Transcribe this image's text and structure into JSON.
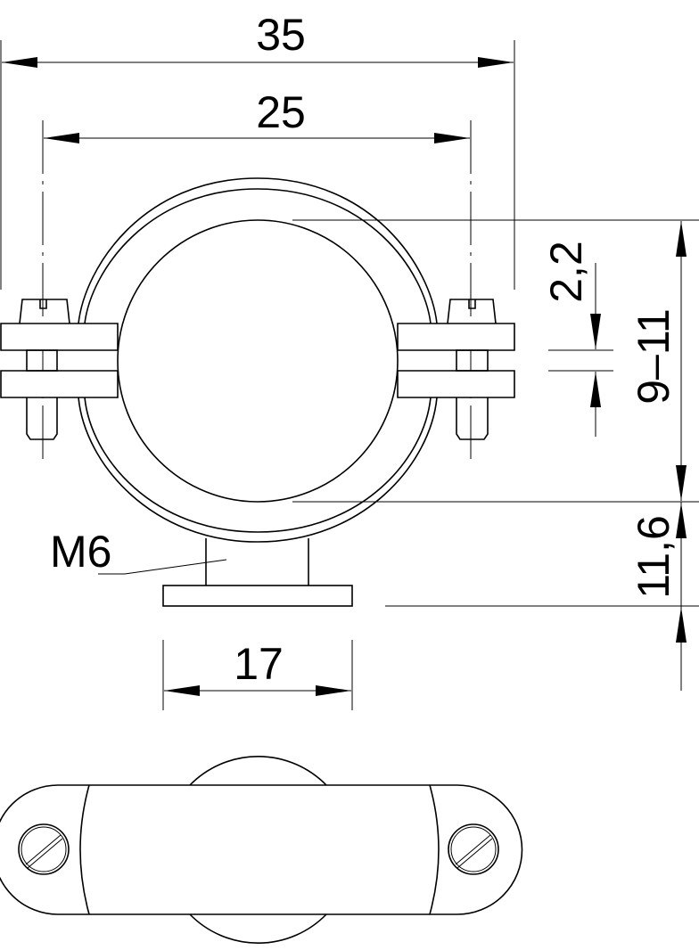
{
  "dimensions": {
    "overall_width": "35",
    "bolt_spacing": "25",
    "gap": "2,2",
    "pipe_range": "9–11",
    "base_height": "11,6",
    "base_width": "17",
    "thread": "M6"
  },
  "colors": {
    "line": "#000000",
    "background": "#ffffff"
  }
}
